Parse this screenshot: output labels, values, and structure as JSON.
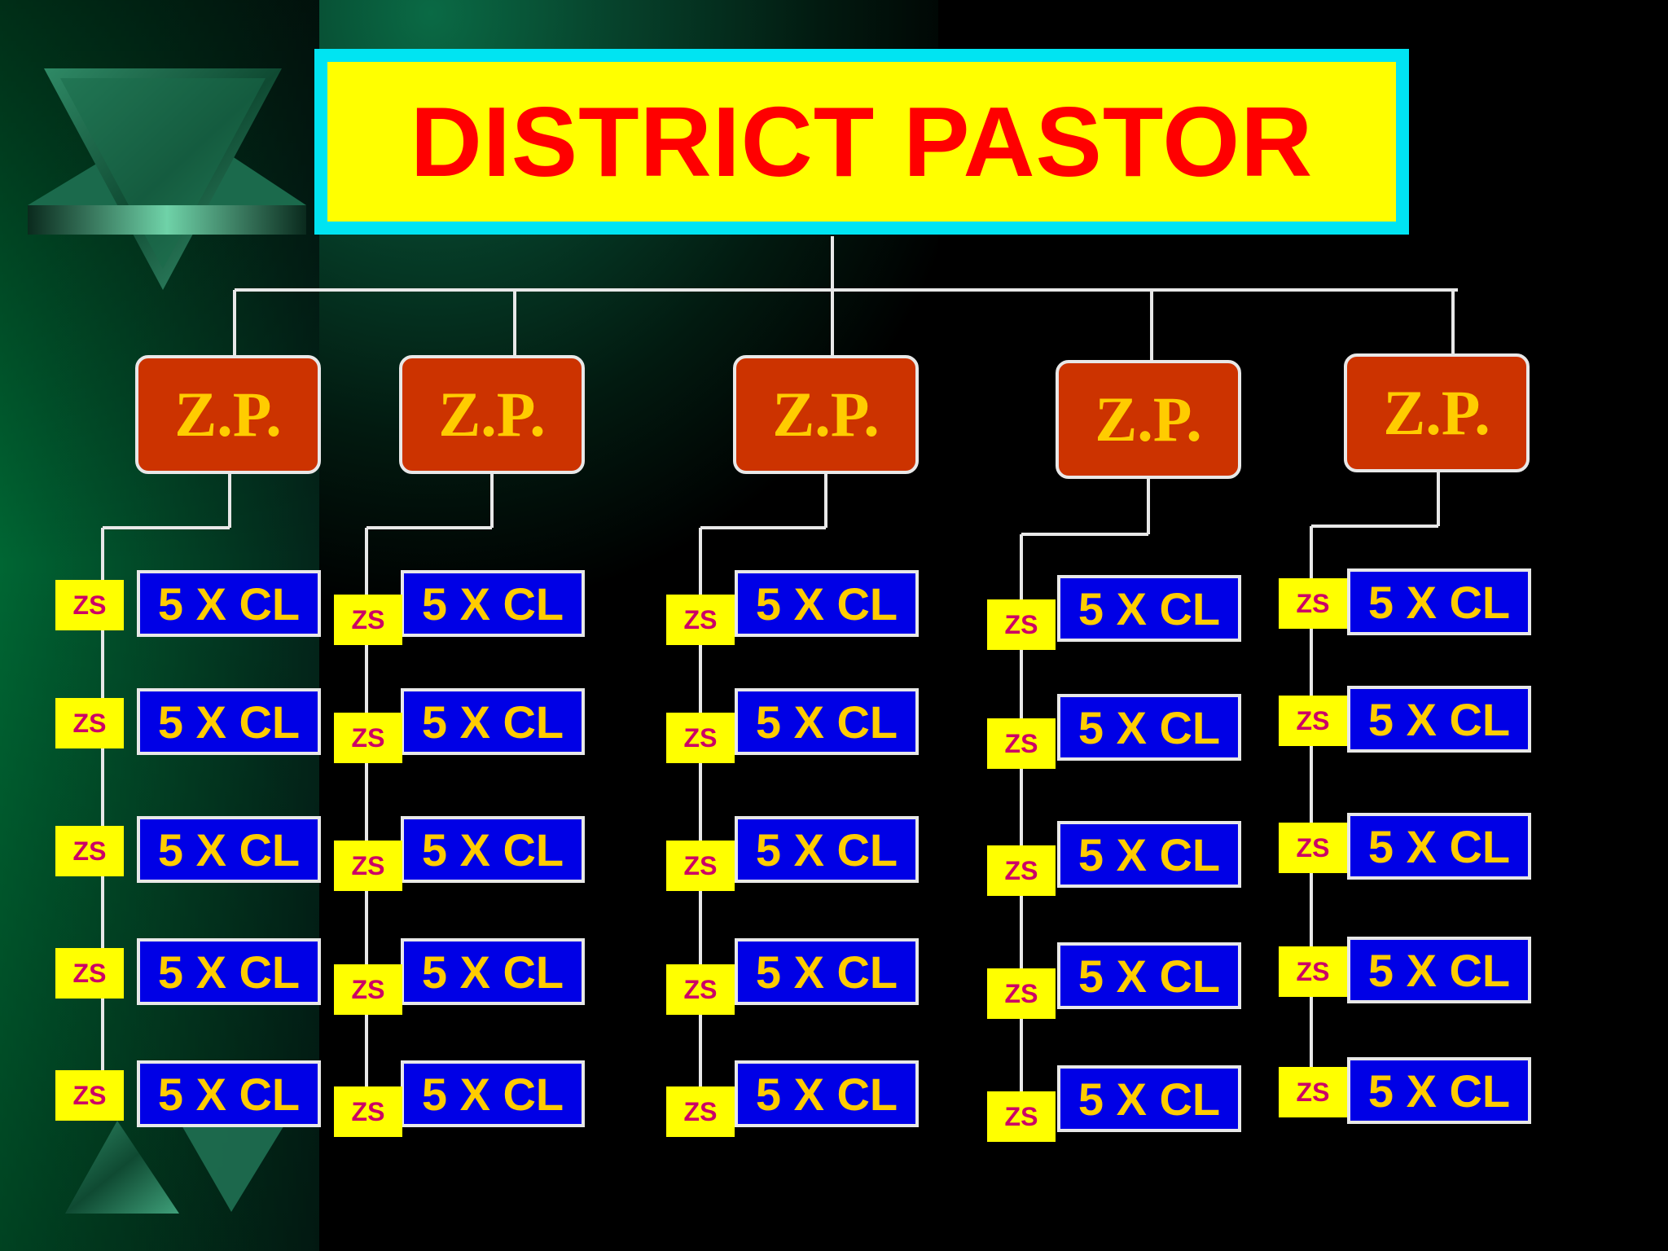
{
  "title": "DISTRICT PASTOR",
  "colors": {
    "title_text": "#ff0000",
    "title_fill": "#ffff00",
    "title_border": "#00e4f2",
    "zp_fill": "#cc3300",
    "zp_text": "#ffcc00",
    "cl_fill": "#0000e6",
    "cl_text": "#ffcc00",
    "zs_fill": "#ffff00",
    "zs_text": "#cc0066",
    "connector": "#e8e8e8"
  },
  "zones": [
    {
      "label": "Z.P.",
      "groups": [
        {
          "zs": "ZS",
          "cl": "5 X CL"
        },
        {
          "zs": "ZS",
          "cl": "5 X CL"
        },
        {
          "zs": "ZS",
          "cl": "5 X CL"
        },
        {
          "zs": "ZS",
          "cl": "5 X CL"
        },
        {
          "zs": "ZS",
          "cl": "5 X CL"
        }
      ]
    },
    {
      "label": "Z.P.",
      "groups": [
        {
          "zs": "ZS",
          "cl": "5 X CL"
        },
        {
          "zs": "ZS",
          "cl": "5 X CL"
        },
        {
          "zs": "ZS",
          "cl": "5 X CL"
        },
        {
          "zs": "ZS",
          "cl": "5 X CL"
        },
        {
          "zs": "ZS",
          "cl": "5 X CL"
        }
      ]
    },
    {
      "label": "Z.P.",
      "groups": [
        {
          "zs": "ZS",
          "cl": "5 X CL"
        },
        {
          "zs": "ZS",
          "cl": "5 X CL"
        },
        {
          "zs": "ZS",
          "cl": "5 X CL"
        },
        {
          "zs": "ZS",
          "cl": "5 X CL"
        },
        {
          "zs": "ZS",
          "cl": "5 X CL"
        }
      ]
    },
    {
      "label": "Z.P.",
      "groups": [
        {
          "zs": "ZS",
          "cl": "5 X CL"
        },
        {
          "zs": "ZS",
          "cl": "5 X CL"
        },
        {
          "zs": "ZS",
          "cl": "5 X CL"
        },
        {
          "zs": "ZS",
          "cl": "5 X CL"
        },
        {
          "zs": "ZS",
          "cl": "5 X CL"
        }
      ]
    },
    {
      "label": "Z.P.",
      "groups": [
        {
          "zs": "ZS",
          "cl": "5 X CL"
        },
        {
          "zs": "ZS",
          "cl": "5 X CL"
        },
        {
          "zs": "ZS",
          "cl": "5 X CL"
        },
        {
          "zs": "ZS",
          "cl": "5 X CL"
        },
        {
          "zs": "ZS",
          "cl": "5 X CL"
        }
      ]
    }
  ]
}
